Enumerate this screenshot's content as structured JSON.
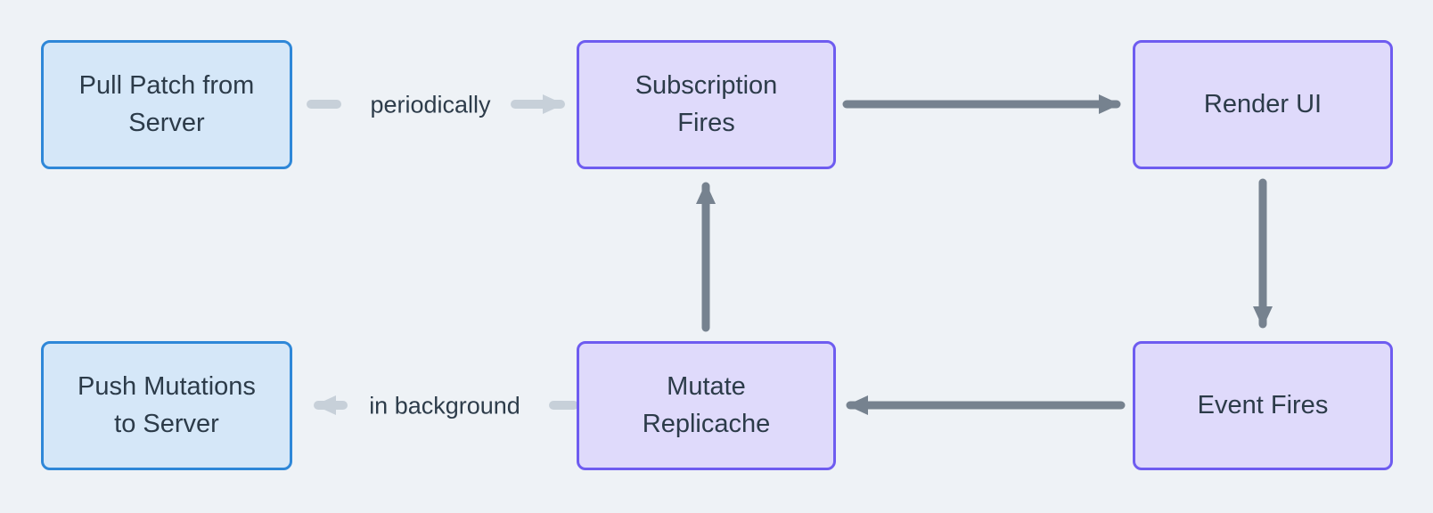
{
  "diagram": {
    "background_color": "#eef2f6",
    "text_color": "#2c3b49",
    "colors": {
      "dark_arrow": "#76828f",
      "light_arrow": "#c7d0d9",
      "blue_node_fill": "#d5e7f8",
      "blue_node_border": "#2e87d8",
      "purple_node_fill": "#dfdafb",
      "purple_node_border": "#6e5cf0"
    },
    "nodes": [
      {
        "id": "pull-patch",
        "label": "Pull Patch from\nServer",
        "style": "blue"
      },
      {
        "id": "subscription-fires",
        "label": "Subscription\nFires",
        "style": "purple"
      },
      {
        "id": "render-ui",
        "label": "Render UI",
        "style": "purple"
      },
      {
        "id": "push-mutations",
        "label": "Push Mutations\nto Server",
        "style": "blue"
      },
      {
        "id": "mutate-replicache",
        "label": "Mutate\nReplicache",
        "style": "purple"
      },
      {
        "id": "event-fires",
        "label": "Event Fires",
        "style": "purple"
      }
    ],
    "edges": [
      {
        "from": "pull-patch",
        "to": "subscription-fires",
        "label": "periodically",
        "style": "light"
      },
      {
        "from": "subscription-fires",
        "to": "render-ui",
        "label": "",
        "style": "dark"
      },
      {
        "from": "render-ui",
        "to": "event-fires",
        "label": "",
        "style": "dark"
      },
      {
        "from": "event-fires",
        "to": "mutate-replicache",
        "label": "",
        "style": "dark"
      },
      {
        "from": "mutate-replicache",
        "to": "subscription-fires",
        "label": "",
        "style": "dark"
      },
      {
        "from": "mutate-replicache",
        "to": "push-mutations",
        "label": "in background",
        "style": "light"
      }
    ]
  }
}
